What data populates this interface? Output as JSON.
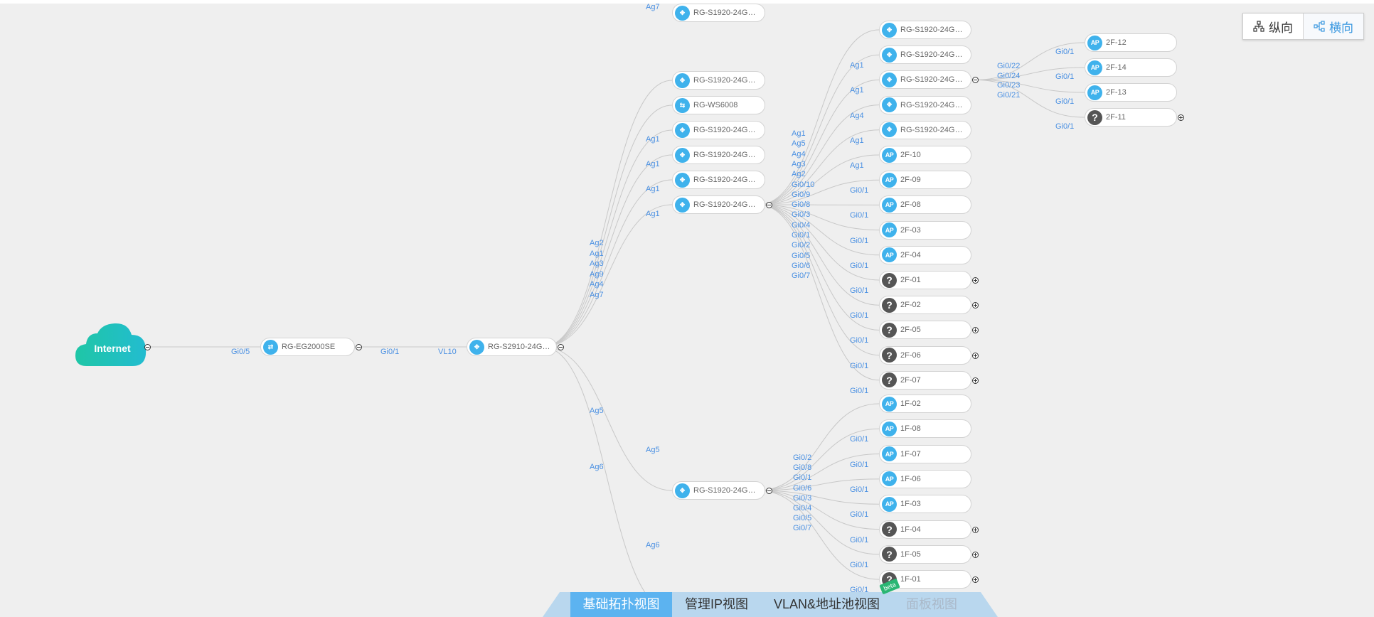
{
  "view_switch": {
    "vertical": "纵向",
    "horizontal": "横向",
    "active": "horizontal"
  },
  "bottom_tabs": [
    {
      "label": "基础拓扑视图",
      "state": "active"
    },
    {
      "label": "管理IP视图",
      "state": "normal"
    },
    {
      "label": "VLAN&地址池视图",
      "state": "normal"
    },
    {
      "label": "面板视图",
      "state": "disabled"
    }
  ],
  "beta_badge": "beta",
  "internet": {
    "label": "Internet",
    "port": "Gi0/5"
  },
  "gateway": {
    "id": "gw",
    "name": "RG-EG2000SE",
    "type": "gateway",
    "port_out": "Gi0/1"
  },
  "core": {
    "id": "core",
    "name": "RG-S2910-24GT4...",
    "type": "switch",
    "port_in": "VL10"
  },
  "core_upper_ports": [
    "Ag2",
    "Ag1",
    "Ag3",
    "Ag9",
    "Ag4",
    "Ag7"
  ],
  "core_lower_ports": [
    "Ag5",
    "Ag6"
  ],
  "agg_switches": [
    {
      "id": "a1",
      "name": "RG-S1920-24GT4...",
      "type": "switch",
      "port": ""
    },
    {
      "id": "a2",
      "name": "RG-WS6008",
      "type": "ac",
      "port": ""
    },
    {
      "id": "a3",
      "name": "RG-S1920-24GT4...",
      "type": "switch",
      "port": "Ag1"
    },
    {
      "id": "a4",
      "name": "RG-S1920-24GT4...",
      "type": "switch",
      "port": "Ag1"
    },
    {
      "id": "a5",
      "name": "RG-S1920-24GT4...",
      "type": "switch",
      "port": "Ag1"
    },
    {
      "id": "a6",
      "name": "RG-S1920-24GT4...",
      "type": "switch",
      "port": "Ag1"
    },
    {
      "id": "a7",
      "name": "RG-S1920-24GT4...",
      "type": "switch",
      "port": "Ag7"
    }
  ],
  "agg_lower": [
    {
      "id": "l1",
      "name": "RG-S1920-24GT4...",
      "type": "switch",
      "port": "Ag5"
    },
    {
      "id": "l2",
      "name": "",
      "type": "hidden",
      "port": "Ag6"
    }
  ],
  "floor2_switch_ports": [
    "Ag1",
    "Ag5",
    "Ag4",
    "Ag3",
    "Ag2",
    "Gi0/10",
    "Gi0/9",
    "Gi0/8",
    "Gi0/3",
    "Gi0/4",
    "Gi0/1",
    "Gi0/2",
    "Gi0/5",
    "Gi0/6",
    "Gi0/7"
  ],
  "floor2_devices": [
    {
      "id": "s1",
      "name": "RG-S1920-24GT4...",
      "type": "switch",
      "port": ""
    },
    {
      "id": "s2",
      "name": "RG-S1920-24GT4...",
      "type": "switch",
      "port": "Ag1"
    },
    {
      "id": "s3",
      "name": "RG-S1920-24GT4...",
      "type": "switch",
      "port": "Ag1"
    },
    {
      "id": "s4",
      "name": "RG-S1920-24GT4...",
      "type": "switch",
      "port": "Ag4"
    },
    {
      "id": "s5",
      "name": "RG-S1920-24GT4...",
      "type": "switch",
      "port": "Ag1"
    },
    {
      "id": "p10",
      "name": "2F-10",
      "type": "ap",
      "port": "Ag1"
    },
    {
      "id": "p09",
      "name": "2F-09",
      "type": "ap",
      "port": "Gi0/1"
    },
    {
      "id": "p08",
      "name": "2F-08",
      "type": "ap",
      "port": "Gi0/1"
    },
    {
      "id": "p03",
      "name": "2F-03",
      "type": "ap",
      "port": "Gi0/1"
    },
    {
      "id": "p04",
      "name": "2F-04",
      "type": "ap",
      "port": "Gi0/1"
    },
    {
      "id": "p01",
      "name": "2F-01",
      "type": "unknown",
      "port": "Gi0/1"
    },
    {
      "id": "p02",
      "name": "2F-02",
      "type": "unknown",
      "port": "Gi0/1"
    },
    {
      "id": "p05",
      "name": "2F-05",
      "type": "unknown",
      "port": "Gi0/1"
    },
    {
      "id": "p06",
      "name": "2F-06",
      "type": "unknown",
      "port": "Gi0/1"
    },
    {
      "id": "p07",
      "name": "2F-07",
      "type": "unknown",
      "port": "Gi0/1"
    }
  ],
  "s3_ports": [
    "Gi0/22",
    "Gi0/24",
    "Gi0/23",
    "Gi0/21"
  ],
  "s3_children": [
    {
      "id": "c12",
      "name": "2F-12",
      "type": "ap",
      "port": "Gi0/1"
    },
    {
      "id": "c14",
      "name": "2F-14",
      "type": "ap",
      "port": "Gi0/1"
    },
    {
      "id": "c13",
      "name": "2F-13",
      "type": "ap",
      "port": "Gi0/1"
    },
    {
      "id": "c11",
      "name": "2F-11",
      "type": "unknown",
      "port": "Gi0/1"
    }
  ],
  "floor1_switch_ports": [
    "Gi0/2",
    "Gi0/8",
    "Gi0/1",
    "Gi0/6",
    "Gi0/3",
    "Gi0/4",
    "Gi0/5",
    "Gi0/7"
  ],
  "floor1_devices": [
    {
      "id": "f02",
      "name": "1F-02",
      "type": "ap",
      "port": ""
    },
    {
      "id": "f08",
      "name": "1F-08",
      "type": "ap",
      "port": "Gi0/1"
    },
    {
      "id": "f07",
      "name": "1F-07",
      "type": "ap",
      "port": "Gi0/1"
    },
    {
      "id": "f06",
      "name": "1F-06",
      "type": "ap",
      "port": "Gi0/1"
    },
    {
      "id": "f03",
      "name": "1F-03",
      "type": "ap",
      "port": "Gi0/1"
    },
    {
      "id": "f04",
      "name": "1F-04",
      "type": "unknown",
      "port": "Gi0/1"
    },
    {
      "id": "f05",
      "name": "1F-05",
      "type": "unknown",
      "port": "Gi0/1"
    },
    {
      "id": "f01",
      "name": "1F-01",
      "type": "unknown",
      "port": "Gi0/1"
    }
  ],
  "icons": {
    "switch": "switch-icon",
    "ap": "ap-icon",
    "unknown": "unknown-device-icon",
    "gateway": "gateway-icon",
    "ac": "wireless-controller-icon"
  },
  "colors": {
    "link": "#c8c8c8",
    "port_label": "#4a90e2",
    "device_icon": "#3fb2ec",
    "unknown_icon": "#555555",
    "active_tab": "#5cb3f0",
    "tab_bar": "#b9d7ee"
  }
}
